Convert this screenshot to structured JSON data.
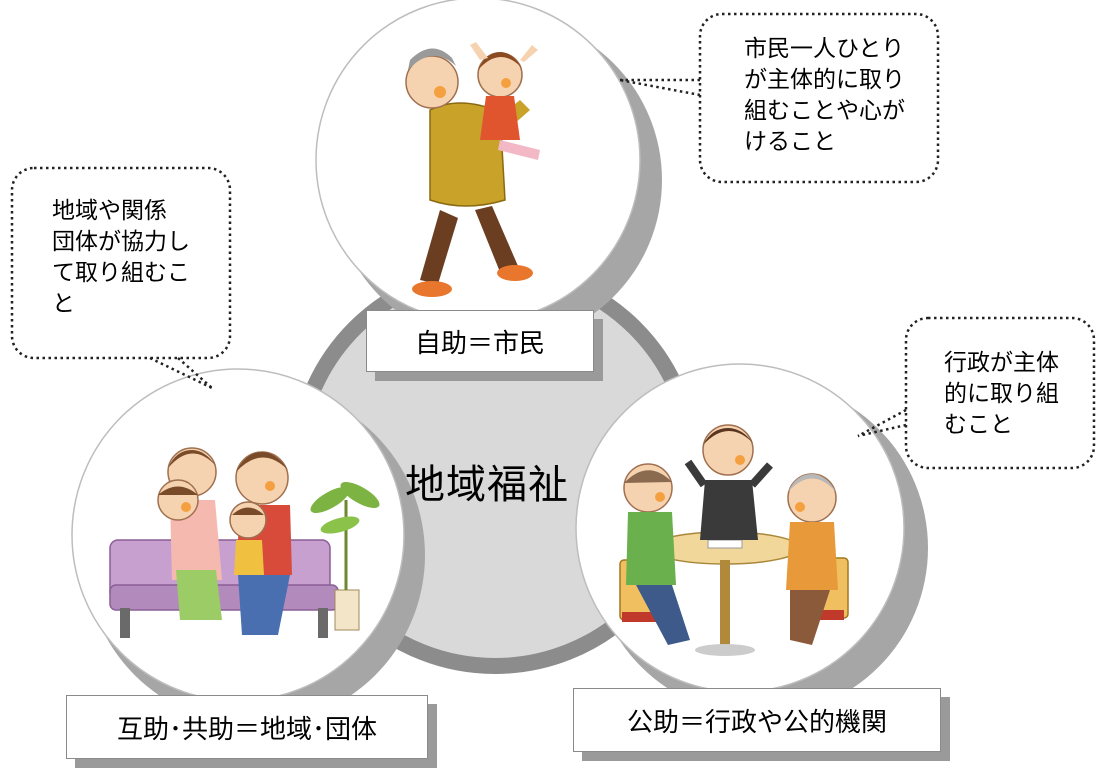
{
  "center": {
    "title": "地域福祉"
  },
  "self_help": {
    "label": "自助＝市民",
    "bubble": [
      "市民一人ひとり",
      "が主体的に取り",
      "組むことや心が",
      "けること"
    ]
  },
  "mutual_help": {
    "label": "互助･共助＝地域･団体",
    "bubble": [
      "地域や関係",
      "団体が協力し",
      "て取り組むこ",
      "と"
    ]
  },
  "public_help": {
    "label": "公助＝行政や公的機関",
    "bubble": [
      "行政が主体",
      "的に取り組",
      "むこと"
    ]
  },
  "colors": {
    "ring": "#8c8c8c",
    "center_fill": "#d9d9d9",
    "shadow": "#a6a6a6"
  }
}
